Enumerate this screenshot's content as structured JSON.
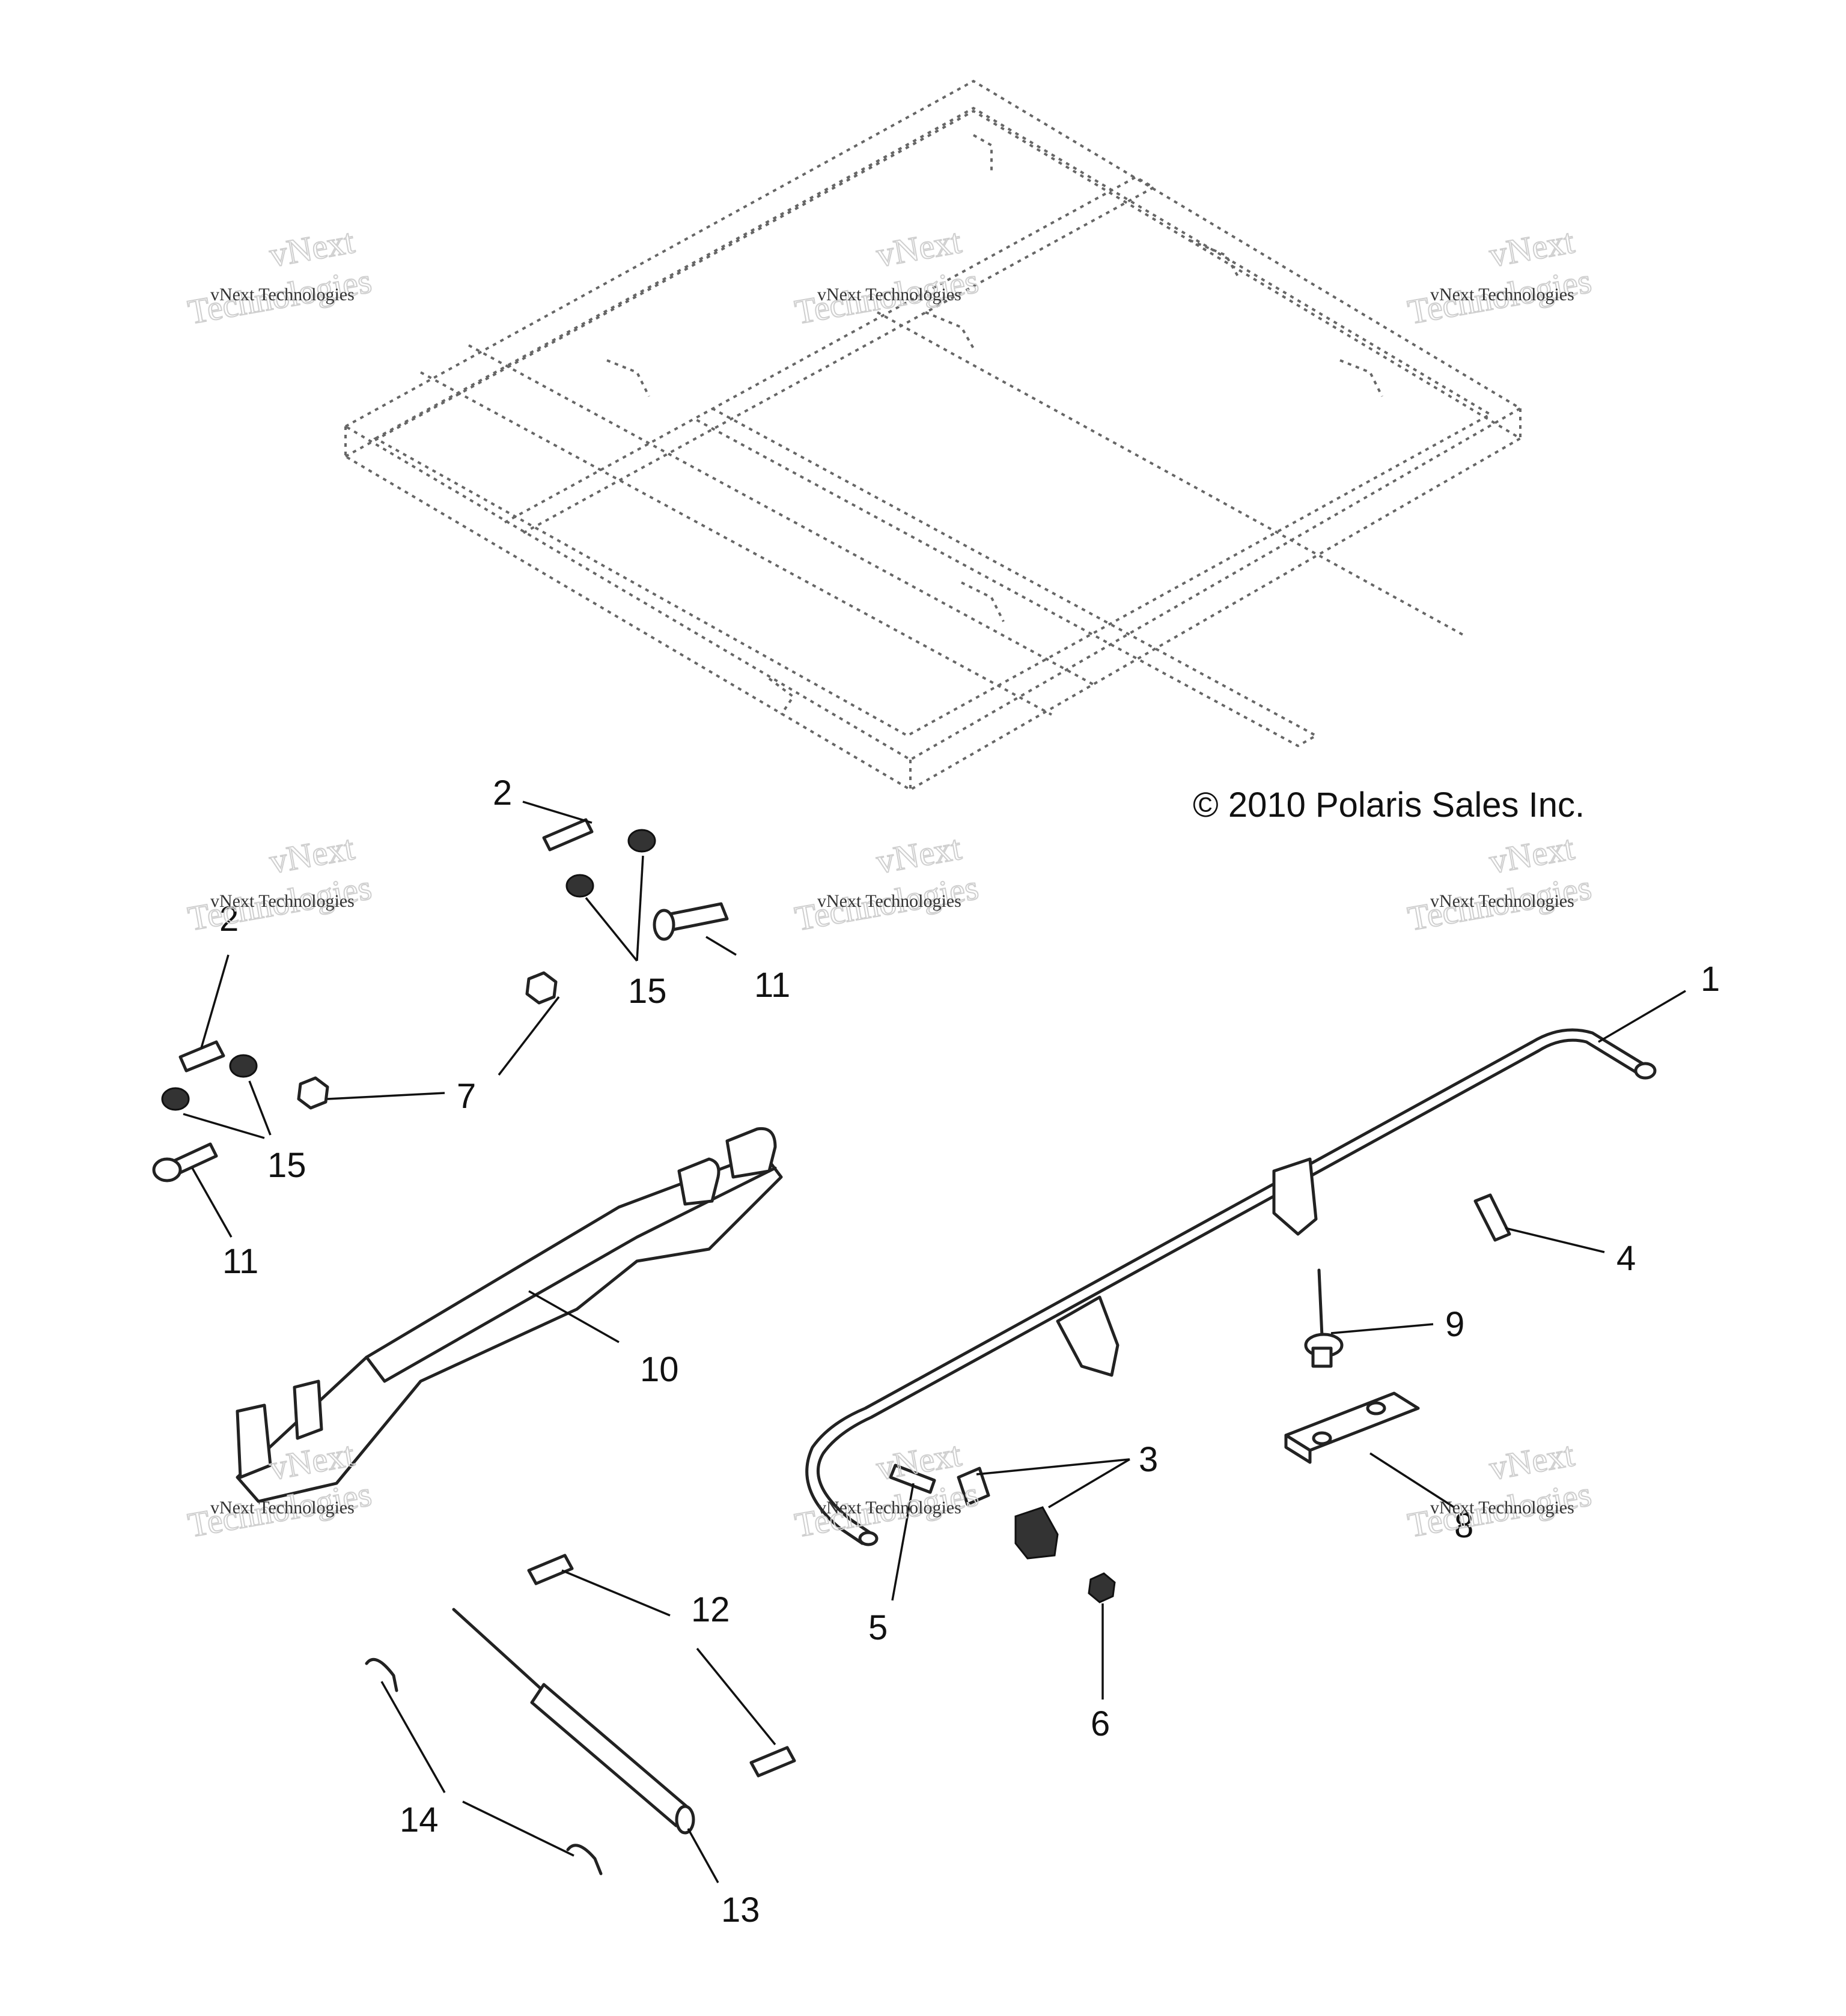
{
  "copyright": "© 2010 Polaris Sales Inc.",
  "watermark": {
    "line1": "vNext Technologies",
    "line2": "vNext",
    "line3": "Technologies"
  },
  "callouts": {
    "c1": "1",
    "c2a": "2",
    "c2b": "2",
    "c3": "3",
    "c4": "4",
    "c5": "5",
    "c6": "6",
    "c7": "7",
    "c8": "8",
    "c9": "9",
    "c10": "10",
    "c11a": "11",
    "c11b": "11",
    "c12": "12",
    "c13": "13",
    "c14": "14",
    "c15a": "15",
    "c15b": "15"
  }
}
